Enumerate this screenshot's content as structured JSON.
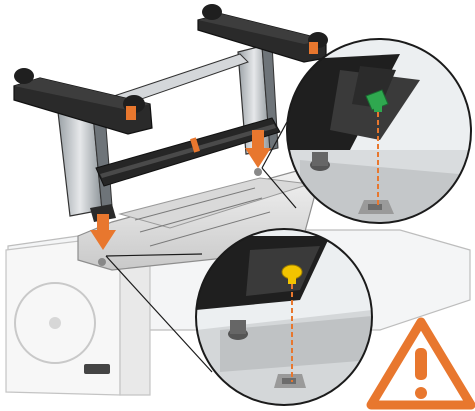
{
  "illustration": {
    "subject": "stand-assembly",
    "callouts": [
      {
        "id": "top-detail",
        "marker": "green-clip"
      },
      {
        "id": "bottom-detail",
        "marker": "yellow-clip"
      }
    ]
  },
  "warning": {
    "icon": "warning-triangle-icon",
    "glyph": "!"
  },
  "colors": {
    "accent_orange": "#e8772e",
    "marker_green": "#2fa84f",
    "marker_yellow": "#f2c400",
    "metal_dark": "#2a2a2a",
    "metal_light": "#cfd3d6",
    "panel_white": "#f6f7f8",
    "outline": "#1b1b1b"
  }
}
